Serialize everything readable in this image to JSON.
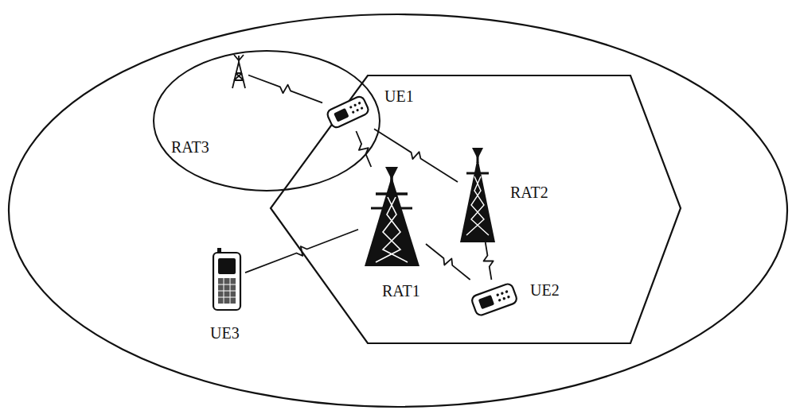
{
  "diagram": {
    "nodes": [
      {
        "text": [
          "RAT3"
        ]
      },
      {
        "text": [
          "UE1"
        ]
      },
      {
        "text": [
          "RAT2"
        ]
      },
      {
        "text": [
          "RAT1"
        ]
      },
      {
        "text": [
          "UE2"
        ]
      },
      {
        "text": [
          "UE3"
        ]
      }
    ],
    "edges": [
      {
        "from": 0,
        "to": 1,
        "arrow": "none"
      },
      {
        "from": 1,
        "to": 3,
        "arrow": "none"
      },
      {
        "from": 1,
        "to": 2,
        "arrow": "none"
      },
      {
        "from": 5,
        "to": 3,
        "arrow": "none"
      },
      {
        "from": 3,
        "to": 4,
        "arrow": "none"
      },
      {
        "from": 2,
        "to": 4,
        "arrow": "none"
      }
    ]
  }
}
